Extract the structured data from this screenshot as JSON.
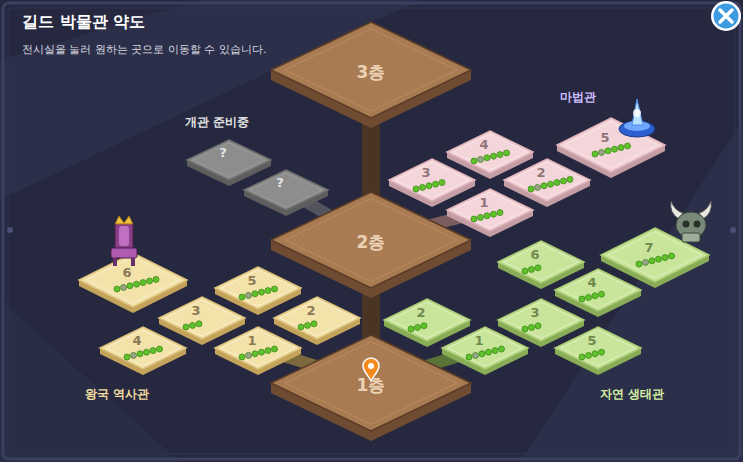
{
  "diagram": {
    "title": "길드 박물관 약도",
    "nodes": [
      {
        "text": [
          "3층"
        ]
      },
      {
        "text": [
          "?"
        ]
      },
      {
        "text": [
          "?"
        ]
      },
      {
        "text": [
          "4"
        ]
      },
      {
        "text": [
          "5"
        ]
      },
      {
        "text": [
          "3"
        ]
      },
      {
        "text": [
          "2"
        ]
      },
      {
        "text": [
          "1"
        ]
      },
      {
        "text": [
          "2층"
        ]
      },
      {
        "text": [
          "6"
        ]
      },
      {
        "text": [
          "6"
        ]
      },
      {
        "text": [
          "7"
        ]
      },
      {
        "text": [
          "5"
        ]
      },
      {
        "text": [
          "3"
        ]
      },
      {
        "text": [
          "2"
        ]
      },
      {
        "text": [
          "2"
        ]
      },
      {
        "text": [
          "3"
        ]
      },
      {
        "text": [
          "4"
        ]
      },
      {
        "text": [
          "4"
        ]
      },
      {
        "text": [
          "1"
        ]
      },
      {
        "text": [
          "1"
        ]
      },
      {
        "text": [
          "5"
        ]
      },
      {
        "text": [
          "1층"
        ]
      }
    ],
    "edges": [
      {
        "from": 0,
        "to": 8,
        "arrow": "none"
      },
      {
        "from": 8,
        "to": 22,
        "arrow": "none"
      },
      {
        "from": 22,
        "to": 19,
        "arrow": "none"
      },
      {
        "from": 22,
        "to": 20,
        "arrow": "none"
      },
      {
        "from": 8,
        "to": 7,
        "arrow": "none"
      },
      {
        "from": 8,
        "to": 2,
        "arrow": "none"
      }
    ],
    "labels": [
      "전시실을 눌러 원하는 곳으로 이동할 수 있습니다.",
      "개관 준비중",
      "마법관",
      "왕국 역사관",
      "자연 생태관"
    ]
  }
}
